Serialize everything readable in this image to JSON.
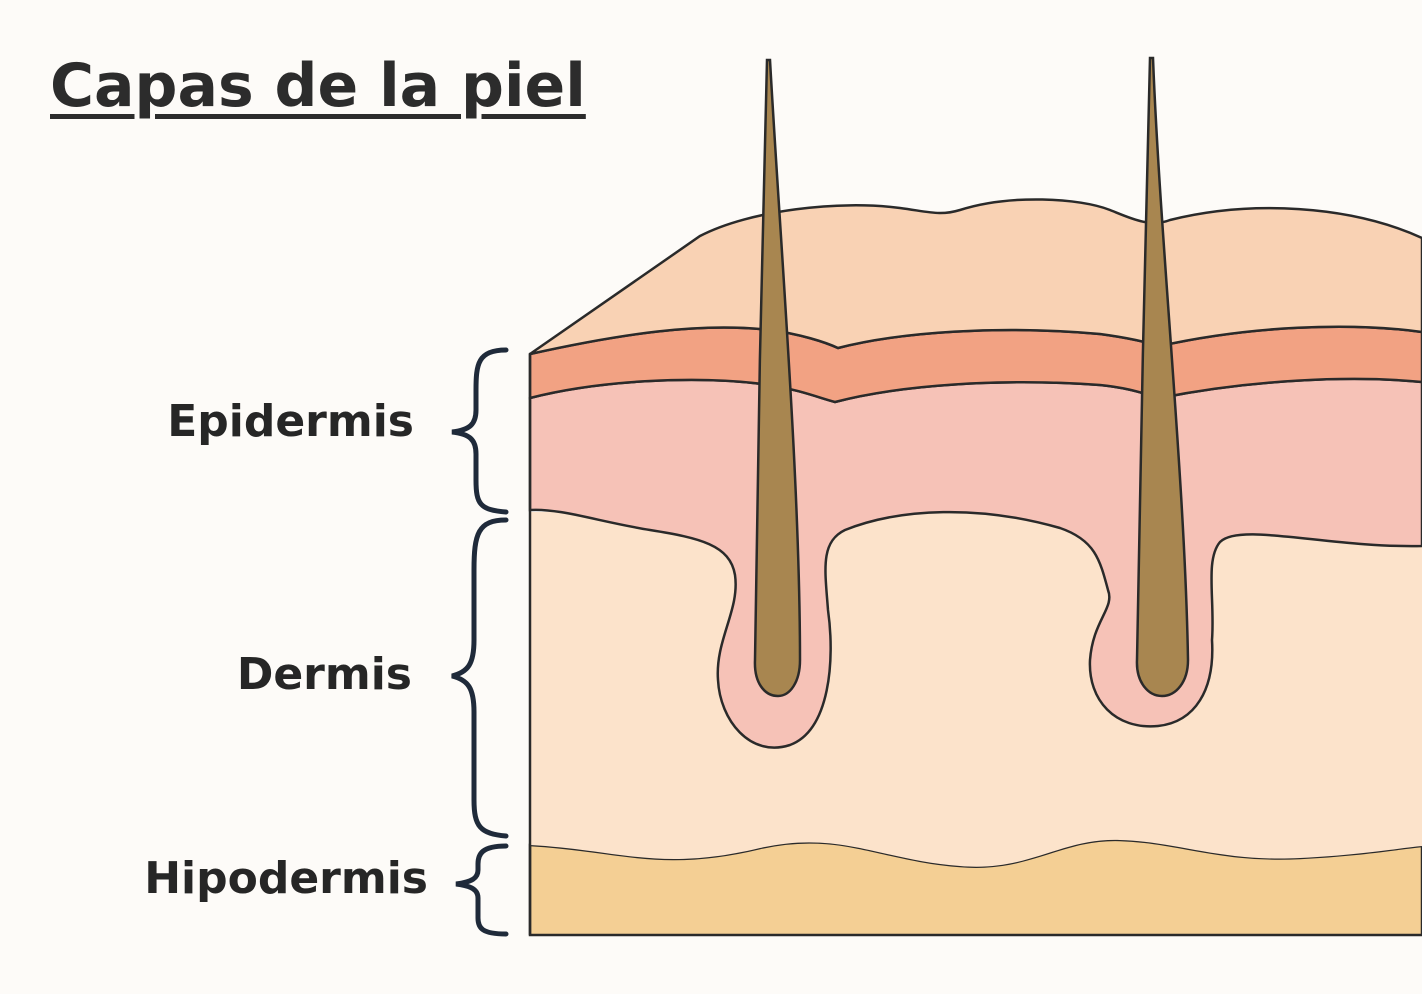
{
  "title": "Capas de la piel",
  "layers": {
    "epidermis": "Epidermis",
    "dermis": "Dermis",
    "hipodermis": "Hipodermis"
  },
  "colors": {
    "surface": "#f9d2b4",
    "stratum_band": "#f2a283",
    "epidermis_base": "#f6c2b7",
    "dermis": "#fce3cb",
    "hipodermis": "#f4cf94",
    "hair": "#a88650",
    "outline": "#2a2a2a",
    "bracket": "#1f2a3a"
  }
}
